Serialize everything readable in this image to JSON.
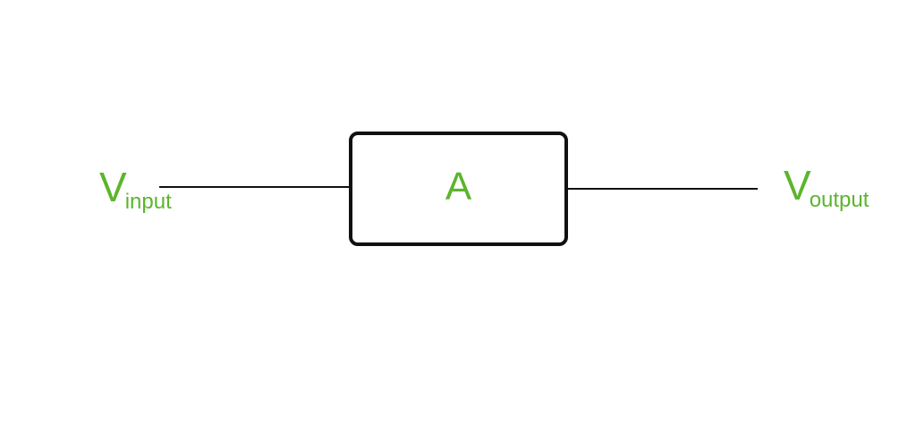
{
  "colors": {
    "label": "#5cb52e",
    "line": "#111111",
    "background": "#ffffff"
  },
  "input": {
    "symbol": "V",
    "subscript": "input"
  },
  "block": {
    "label": "A"
  },
  "output": {
    "symbol": "V",
    "subscript": "output"
  }
}
